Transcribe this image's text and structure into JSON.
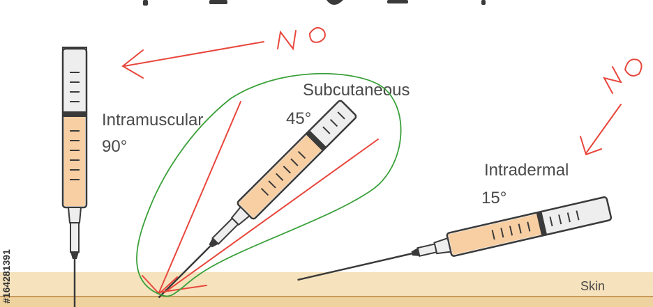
{
  "labels": {
    "intramuscular": {
      "name": "Intramuscular",
      "angle": "90°"
    },
    "subcutaneous": {
      "name": "Subcutaneous",
      "angle": "45°"
    },
    "intradermal": {
      "name": "Intradermal",
      "angle": "15°"
    },
    "skin": "Skin"
  },
  "annotations": {
    "no_top": "NO",
    "no_right": "NO"
  },
  "stock_id": "#164281391",
  "colors": {
    "skin": "#f6e3bd",
    "skin_line": "#c99b5c",
    "liquid": "#f8cfa3",
    "barrel": "#eeeeee",
    "outline": "#3a3a3a",
    "red_annotation": "#e8463c",
    "green_annotation": "#3aa03a"
  }
}
